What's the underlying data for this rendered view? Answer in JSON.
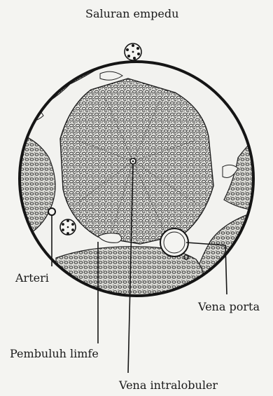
{
  "diagram": {
    "labels": {
      "bile_duct": "Saluran empedu",
      "artery": "Arteri",
      "portal_vein": "Vena porta",
      "lymph_vessel": "Pembuluh limfe",
      "central_vein": "Vena intralobuler"
    },
    "colors": {
      "ink": "#1a1a1a",
      "paper": "#f4f4f1",
      "tissue": "#d9d9d4"
    }
  }
}
